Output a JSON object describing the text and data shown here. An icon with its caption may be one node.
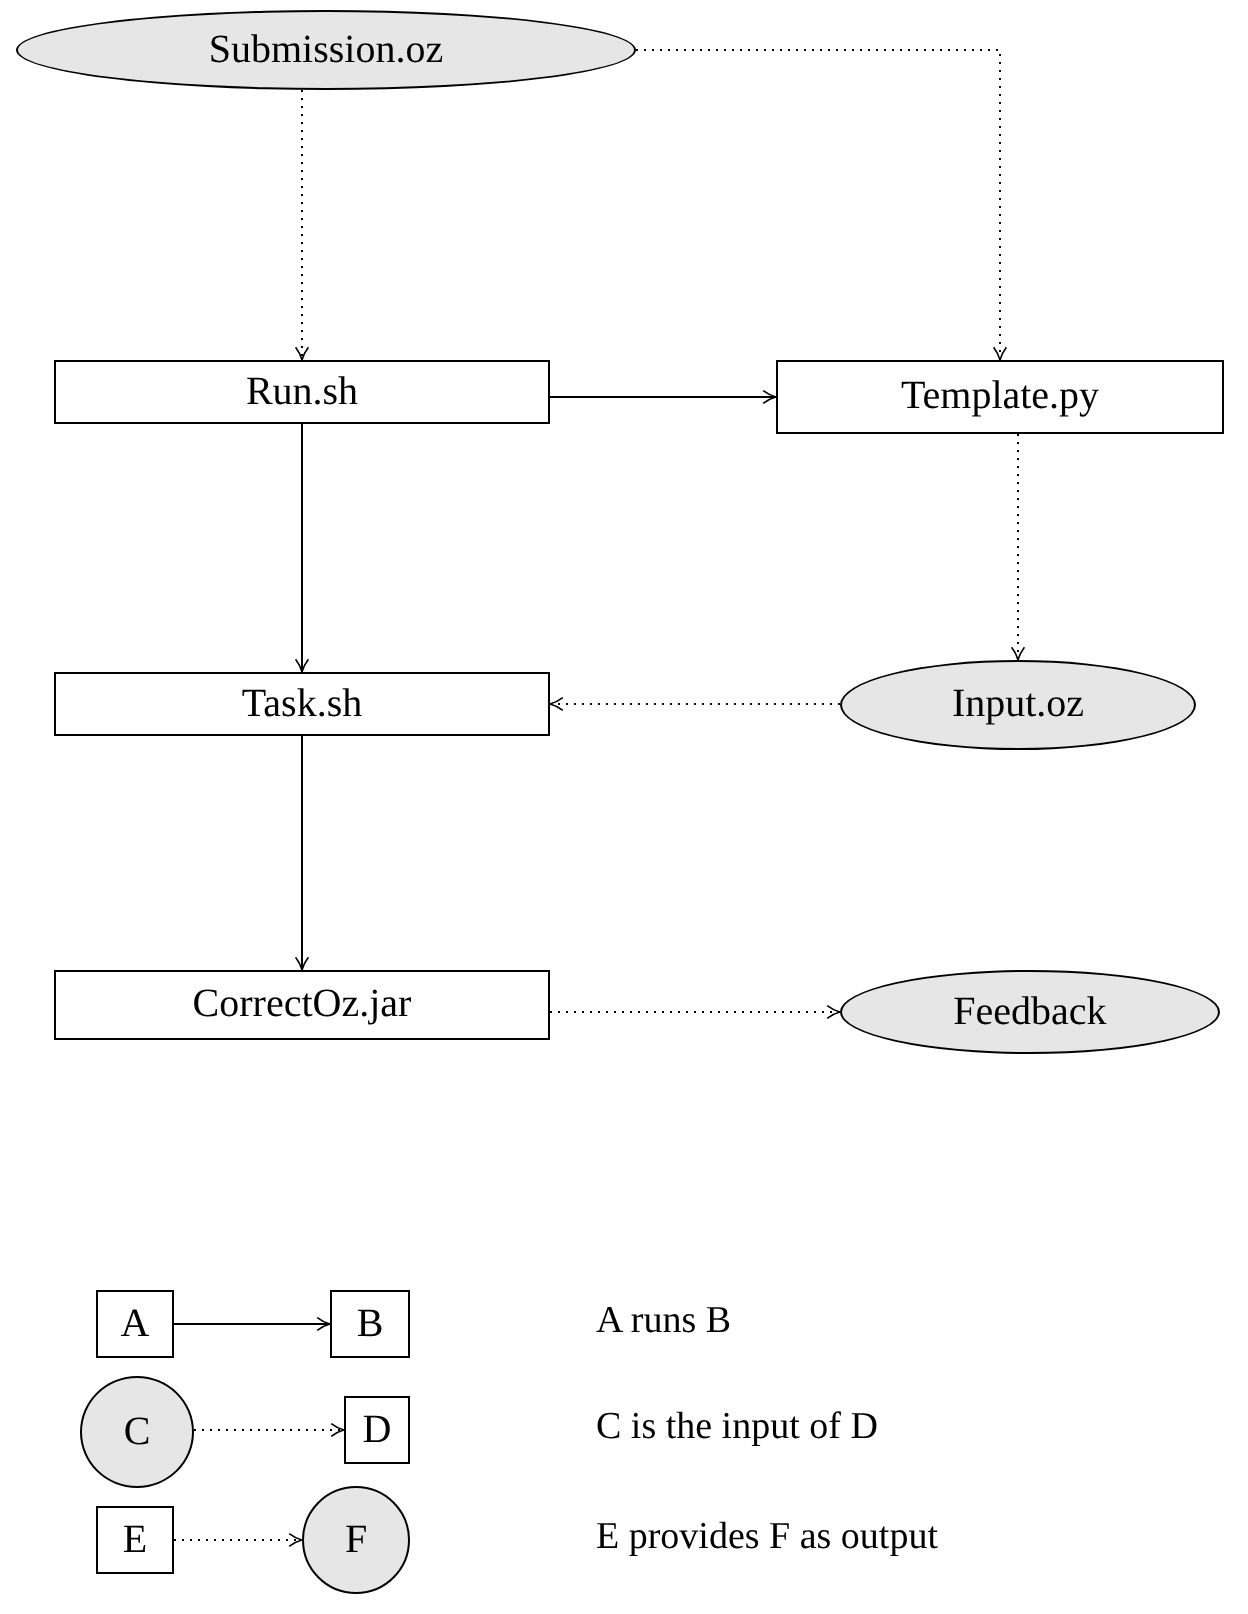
{
  "diagram": {
    "nodes": [
      {
        "text": [
          "Submission.oz"
        ]
      },
      {
        "text": [
          "Run.sh"
        ]
      },
      {
        "text": [
          "Template.py"
        ]
      },
      {
        "text": [
          "Task.sh"
        ]
      },
      {
        "text": [
          "Input.oz"
        ]
      },
      {
        "text": [
          "CorrectOz.jar"
        ]
      },
      {
        "text": [
          "Feedback"
        ]
      },
      {
        "text": [
          "A"
        ]
      },
      {
        "text": [
          "B"
        ]
      },
      {
        "text": [
          "C"
        ]
      },
      {
        "text": [
          "D"
        ]
      },
      {
        "text": [
          "E"
        ]
      },
      {
        "text": [
          "F"
        ]
      }
    ],
    "edges": [
      {
        "from": 0,
        "to": 1,
        "arrow": "to",
        "style": "dashed"
      },
      {
        "from": 0,
        "to": 2,
        "arrow": "to",
        "style": "dashed"
      },
      {
        "from": 1,
        "to": 2,
        "arrow": "to"
      },
      {
        "from": 2,
        "to": 4,
        "arrow": "to",
        "style": "dashed"
      },
      {
        "from": 4,
        "to": 3,
        "arrow": "to",
        "style": "dashed"
      },
      {
        "from": 1,
        "to": 3,
        "arrow": "to"
      },
      {
        "from": 3,
        "to": 5,
        "arrow": "to"
      },
      {
        "from": 5,
        "to": 6,
        "arrow": "to",
        "style": "dashed"
      },
      {
        "from": 7,
        "to": 8,
        "arrow": "to"
      },
      {
        "from": 9,
        "to": 10,
        "arrow": "to",
        "style": "dashed"
      },
      {
        "from": 11,
        "to": 12,
        "arrow": "to",
        "style": "dashed"
      }
    ],
    "labels": [
      "A runs B",
      "C is the input of D",
      "E provides F as output"
    ]
  }
}
